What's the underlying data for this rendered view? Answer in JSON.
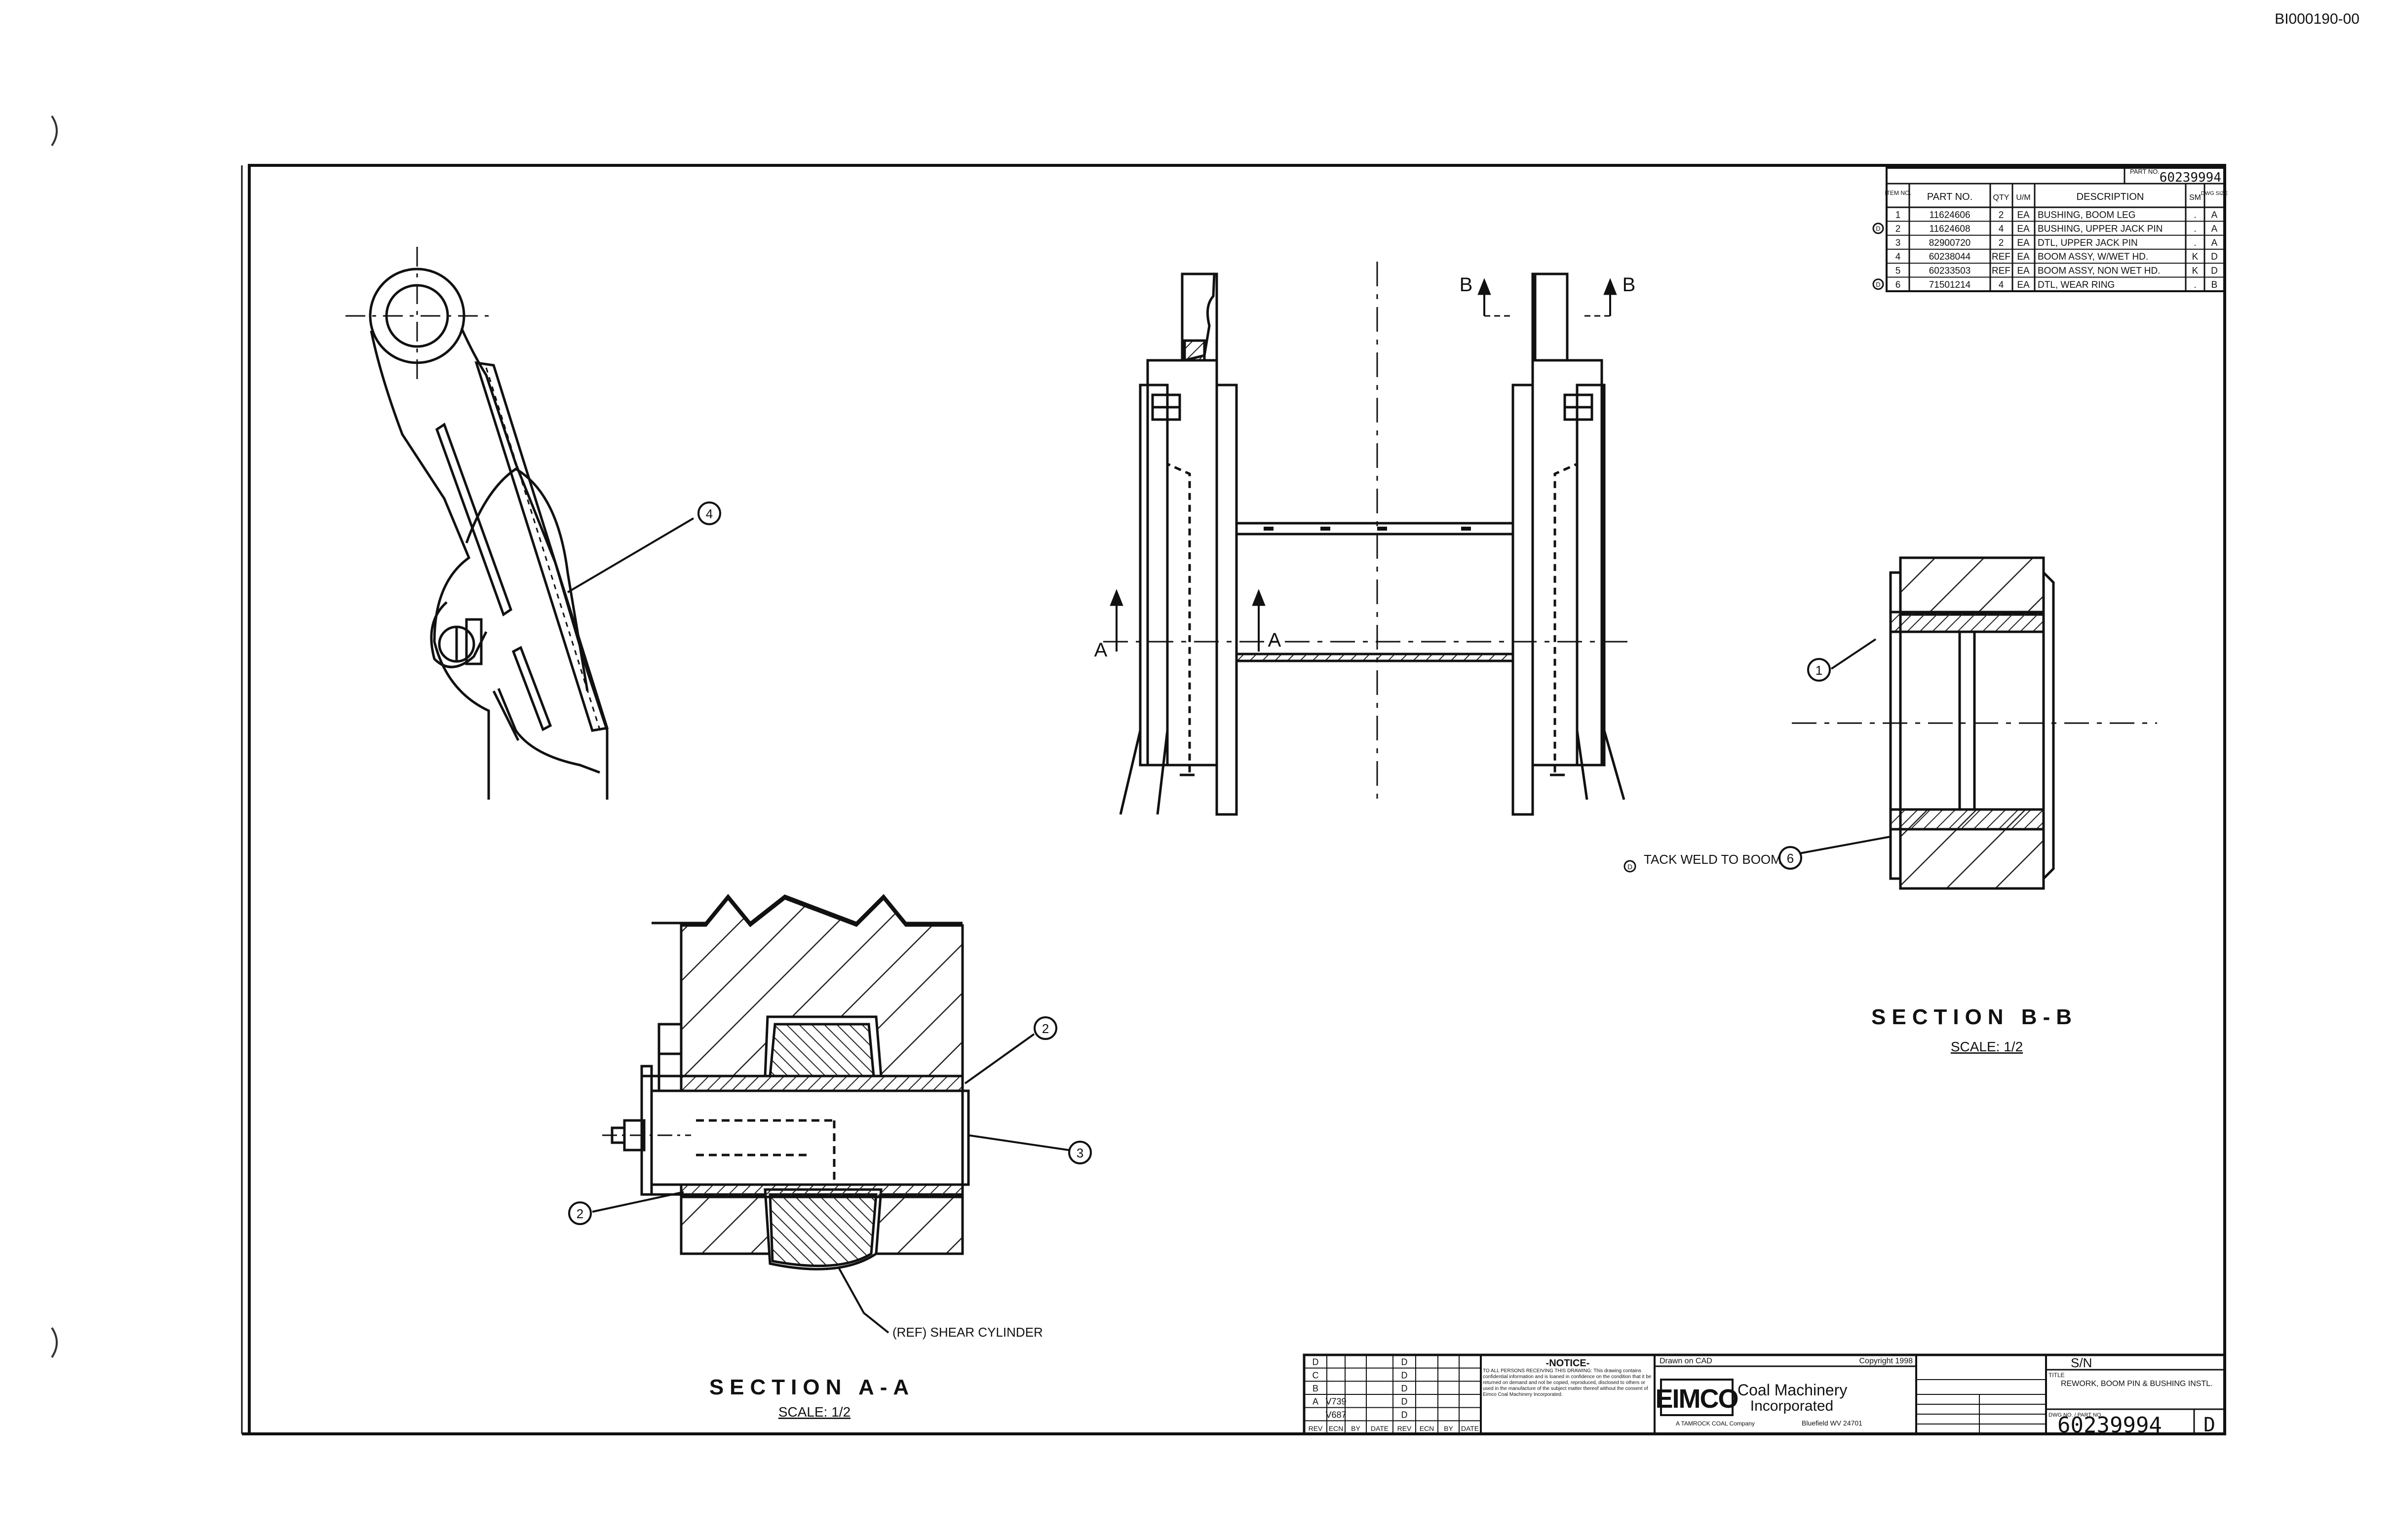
{
  "doc_id": "BI000190-00",
  "bom": {
    "part_no_label": "PART NO.",
    "part_no_value": "60239994",
    "headers": [
      "ITEM NO.",
      "PART NO.",
      "QTY",
      "U/M",
      "DESCRIPTION",
      "SM",
      "DWG SIZE"
    ],
    "rows": [
      {
        "rev": "",
        "item": "1",
        "part": "11624606",
        "qty": "2",
        "um": "EA",
        "desc": "BUSHING, BOOM LEG",
        "sm": ".",
        "size": "A"
      },
      {
        "rev": "D",
        "item": "2",
        "part": "11624608",
        "qty": "4",
        "um": "EA",
        "desc": "BUSHING, UPPER JACK PIN",
        "sm": ".",
        "size": "A"
      },
      {
        "rev": "",
        "item": "3",
        "part": "82900720",
        "qty": "2",
        "um": "EA",
        "desc": "DTL, UPPER JACK PIN",
        "sm": ".",
        "size": "A"
      },
      {
        "rev": "",
        "item": "4",
        "part": "60238044",
        "qty": "REF",
        "um": "EA",
        "desc": "BOOM ASSY, W/WET HD.",
        "sm": "K",
        "size": "D"
      },
      {
        "rev": "",
        "item": "5",
        "part": "60233503",
        "qty": "REF",
        "um": "EA",
        "desc": "BOOM ASSY, NON WET HD.",
        "sm": "K",
        "size": "D"
      },
      {
        "rev": "D",
        "item": "6",
        "part": "71501214",
        "qty": "4",
        "um": "EA",
        "desc": "DTL, WEAR RING",
        "sm": ".",
        "size": "B"
      }
    ]
  },
  "callouts": {
    "c1": "1",
    "c2a": "2",
    "c2b": "2",
    "c3": "3",
    "c4": "4",
    "c6": "6"
  },
  "labels": {
    "section_aa_letter_left": "A",
    "section_aa_letter_right": "A",
    "section_bb_letter_left": "B",
    "section_bb_letter_right": "B",
    "tack_weld": "TACK WELD TO BOOM",
    "tack_weld_rev": "D",
    "ref_shear": "(REF) SHEAR CYLINDER"
  },
  "views": {
    "section_aa_title": "SECTION A-A",
    "section_aa_scale": "SCALE: 1/2",
    "section_bb_title": "SECTION B-B",
    "section_bb_scale": "SCALE: 1/2"
  },
  "title_block": {
    "rev_rows": [
      [
        "D",
        "",
        "",
        "",
        "D",
        "",
        "",
        ""
      ],
      [
        "C",
        "",
        "",
        "",
        "D",
        "",
        "",
        ""
      ],
      [
        "B",
        "",
        "",
        "",
        "D",
        "",
        "",
        ""
      ],
      [
        "A",
        "V739",
        "",
        "",
        "D",
        "",
        "",
        ""
      ],
      [
        "",
        "V687",
        "",
        "",
        "D",
        "",
        "",
        ""
      ]
    ],
    "rev_headers": [
      "REV",
      "ECN",
      "BY",
      "DATE",
      "REV",
      "ECN",
      "BY",
      "DATE"
    ],
    "notice_title": "-NOTICE-",
    "notice_text": "TO ALL PERSONS RECEIVING THIS DRAWING: This drawing contains confidential information and is loaned in confidence on the condition that it be returned on demand and not be copied, reproduced, disclosed to others or used in the manufacture of the subject matter thereof without the consent of Eimco Coal Machinery Incorporated.",
    "drawn_on": "Drawn on CAD",
    "copyright": "Copyright 1998",
    "logo": "EIMCO",
    "company_line1": "Coal Machinery",
    "company_line2": "Incorporated",
    "company_sub": "A TAMROCK COAL Company",
    "company_city": "Bluefield WV 24701",
    "sn_label": "S/N",
    "title_label": "TITLE",
    "title_text": "REWORK, BOOM PIN & BUSHING INSTL.",
    "dwg_no_label": "DWG NO. / PART NO.",
    "dwg_no": "60239994",
    "rev": "D"
  }
}
